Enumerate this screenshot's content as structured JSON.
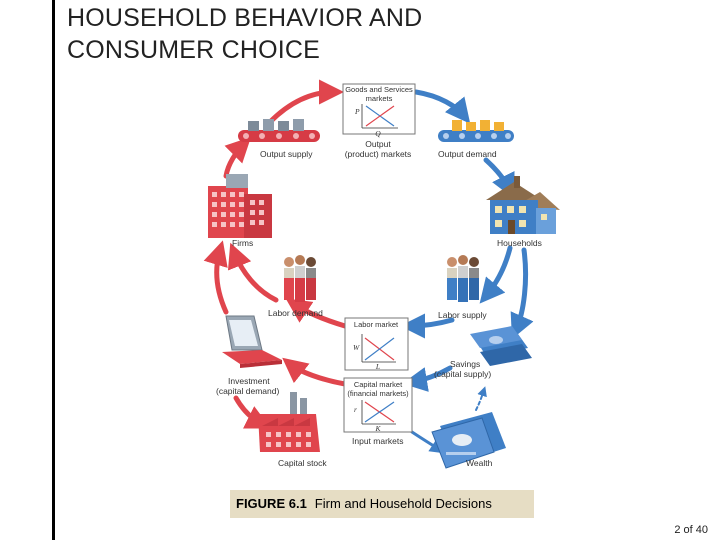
{
  "slide": {
    "title_line1": "HOUSEHOLD BEHAVIOR AND",
    "title_line2": "CONSUMER CHOICE",
    "page_number": "2 of 40"
  },
  "figure": {
    "caption_number": "FIGURE 6.1",
    "caption_text": "Firm and Household Decisions",
    "markets": {
      "goods_line1": "Goods and Services",
      "goods_line2": "markets",
      "goods_axis_y": "P",
      "goods_axis_x": "Q",
      "labor": "Labor market",
      "labor_axis_y": "W",
      "labor_axis_x": "L",
      "capital_line1": "Capital market",
      "capital_line2": "(financial markets)",
      "capital_axis_y": "r",
      "capital_axis_x": "K"
    },
    "labels": {
      "output_supply": "Output supply",
      "output_markets_line1": "Output",
      "output_markets_line2": "(product) markets",
      "output_demand": "Output demand",
      "firms": "Firms",
      "households": "Households",
      "labor_demand": "Labor demand",
      "labor_supply": "Labor supply",
      "investment_line1": "Investment",
      "investment_line2": "(capital demand)",
      "savings_line1": "Savings",
      "savings_line2": "(capital supply)",
      "input_markets": "Input markets",
      "capital_stock": "Capital stock",
      "wealth": "Wealth"
    },
    "colors": {
      "firm_side": "#e0454d",
      "household_side": "#3f7fc6",
      "caption_bg": "#e6ddc4"
    }
  }
}
